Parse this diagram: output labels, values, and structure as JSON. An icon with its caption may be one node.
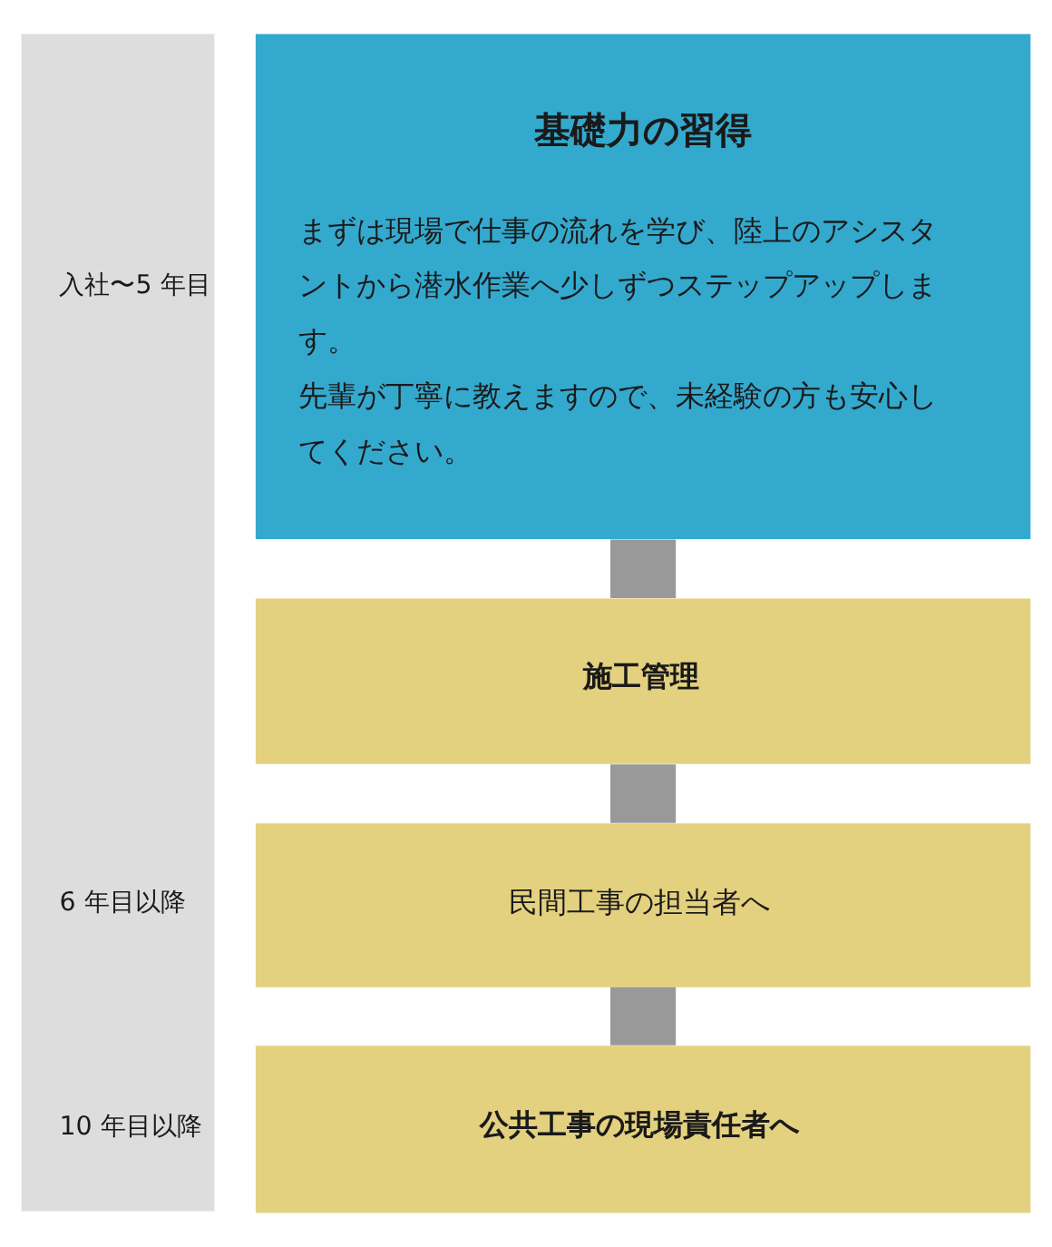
{
  "diagram": {
    "nodes": [
      {
        "text": [
          "入社〜5 年目",
          "6 年目以降",
          "10 年目以降"
        ]
      },
      {
        "text": [
          "基礎力の習得",
          "まずは現場で仕事の流れを学び、陸上のアシスタントから潜水作業へ少しずつステップアップします。",
          "先輩が丁寧に教えますので、未経験の方も安心してください。"
        ]
      },
      {
        "text": [
          "施工管理"
        ]
      },
      {
        "text": [
          "民間工事の担当者へ"
        ]
      },
      {
        "text": [
          "公共工事の現場責任者へ"
        ]
      }
    ],
    "edges": [
      {
        "from": 1,
        "to": 2,
        "arrow": "none"
      },
      {
        "from": 2,
        "to": 3,
        "arrow": "none"
      },
      {
        "from": 3,
        "to": 4,
        "arrow": "none"
      }
    ]
  }
}
